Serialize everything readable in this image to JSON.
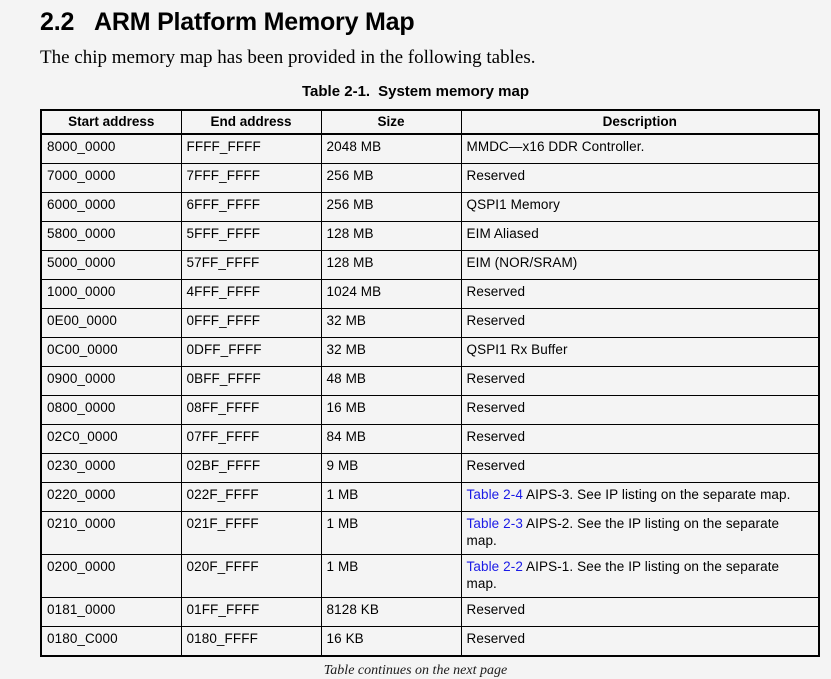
{
  "document": {
    "section_number": "2.2",
    "section_title": "ARM Platform Memory Map",
    "intro_paragraph": "The chip memory map has been provided in the following tables.",
    "table_caption_label": "Table 2-1.",
    "table_caption_title": "System memory map",
    "table_footnote": "Table continues on the next page"
  },
  "colors": {
    "page_background": "#f4f4f4",
    "text": "#000000",
    "link_blue": "#1a1ae6",
    "border": "#000000"
  },
  "table": {
    "columns": [
      {
        "key": "start",
        "label": "Start address"
      },
      {
        "key": "end",
        "label": "End address"
      },
      {
        "key": "size",
        "label": "Size"
      },
      {
        "key": "desc",
        "label": "Description"
      }
    ],
    "rows": [
      {
        "start": "8000_0000",
        "end": "FFFF_FFFF",
        "size": "2048 MB",
        "link": "",
        "desc": "MMDC—x16 DDR Controller.",
        "tall": false
      },
      {
        "start": "7000_0000",
        "end": "7FFF_FFFF",
        "size": "256 MB",
        "link": "",
        "desc": "Reserved",
        "tall": false
      },
      {
        "start": "6000_0000",
        "end": "6FFF_FFFF",
        "size": "256 MB",
        "link": "",
        "desc": "QSPI1 Memory",
        "tall": false
      },
      {
        "start": "5800_0000",
        "end": "5FFF_FFFF",
        "size": "128 MB",
        "link": "",
        "desc": "EIM Aliased",
        "tall": false
      },
      {
        "start": "5000_0000",
        "end": "57FF_FFFF",
        "size": "128 MB",
        "link": "",
        "desc": "EIM (NOR/SRAM)",
        "tall": false
      },
      {
        "start": "1000_0000",
        "end": "4FFF_FFFF",
        "size": "1024 MB",
        "link": "",
        "desc": "Reserved",
        "tall": false
      },
      {
        "start": "0E00_0000",
        "end": "0FFF_FFFF",
        "size": "32 MB",
        "link": "",
        "desc": "Reserved",
        "tall": false
      },
      {
        "start": "0C00_0000",
        "end": "0DFF_FFFF",
        "size": "32 MB",
        "link": "",
        "desc": "QSPI1 Rx Buffer",
        "tall": false
      },
      {
        "start": "0900_0000",
        "end": "0BFF_FFFF",
        "size": "48 MB",
        "link": "",
        "desc": "Reserved",
        "tall": false
      },
      {
        "start": "0800_0000",
        "end": "08FF_FFFF",
        "size": "16 MB",
        "link": "",
        "desc": "Reserved",
        "tall": false
      },
      {
        "start": "02C0_0000",
        "end": "07FF_FFFF",
        "size": "84 MB",
        "link": "",
        "desc": "Reserved",
        "tall": false
      },
      {
        "start": "0230_0000",
        "end": "02BF_FFFF",
        "size": "9 MB",
        "link": "",
        "desc": "Reserved",
        "tall": false
      },
      {
        "start": "0220_0000",
        "end": "022F_FFFF",
        "size": "1 MB",
        "link": "Table 2-4",
        "desc": " AIPS-3. See IP listing on the separate map.",
        "tall": false
      },
      {
        "start": "0210_0000",
        "end": "021F_FFFF",
        "size": "1 MB",
        "link": "Table 2-3",
        "desc": " AIPS-2. See the IP listing on the separate map.",
        "tall": true
      },
      {
        "start": "0200_0000",
        "end": "020F_FFFF",
        "size": "1 MB",
        "link": "Table 2-2",
        "desc": " AIPS-1. See the IP listing on the separate map.",
        "tall": true
      },
      {
        "start": "0181_0000",
        "end": "01FF_FFFF",
        "size": "8128 KB",
        "link": "",
        "desc": "Reserved",
        "tall": false
      },
      {
        "start": "0180_C000",
        "end": "0180_FFFF",
        "size": "16 KB",
        "link": "",
        "desc": "Reserved",
        "tall": false
      }
    ]
  }
}
